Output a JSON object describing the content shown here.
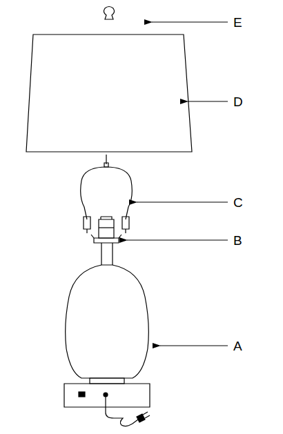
{
  "diagram": {
    "labels": [
      "E",
      "D",
      "C",
      "B",
      "A"
    ]
  }
}
